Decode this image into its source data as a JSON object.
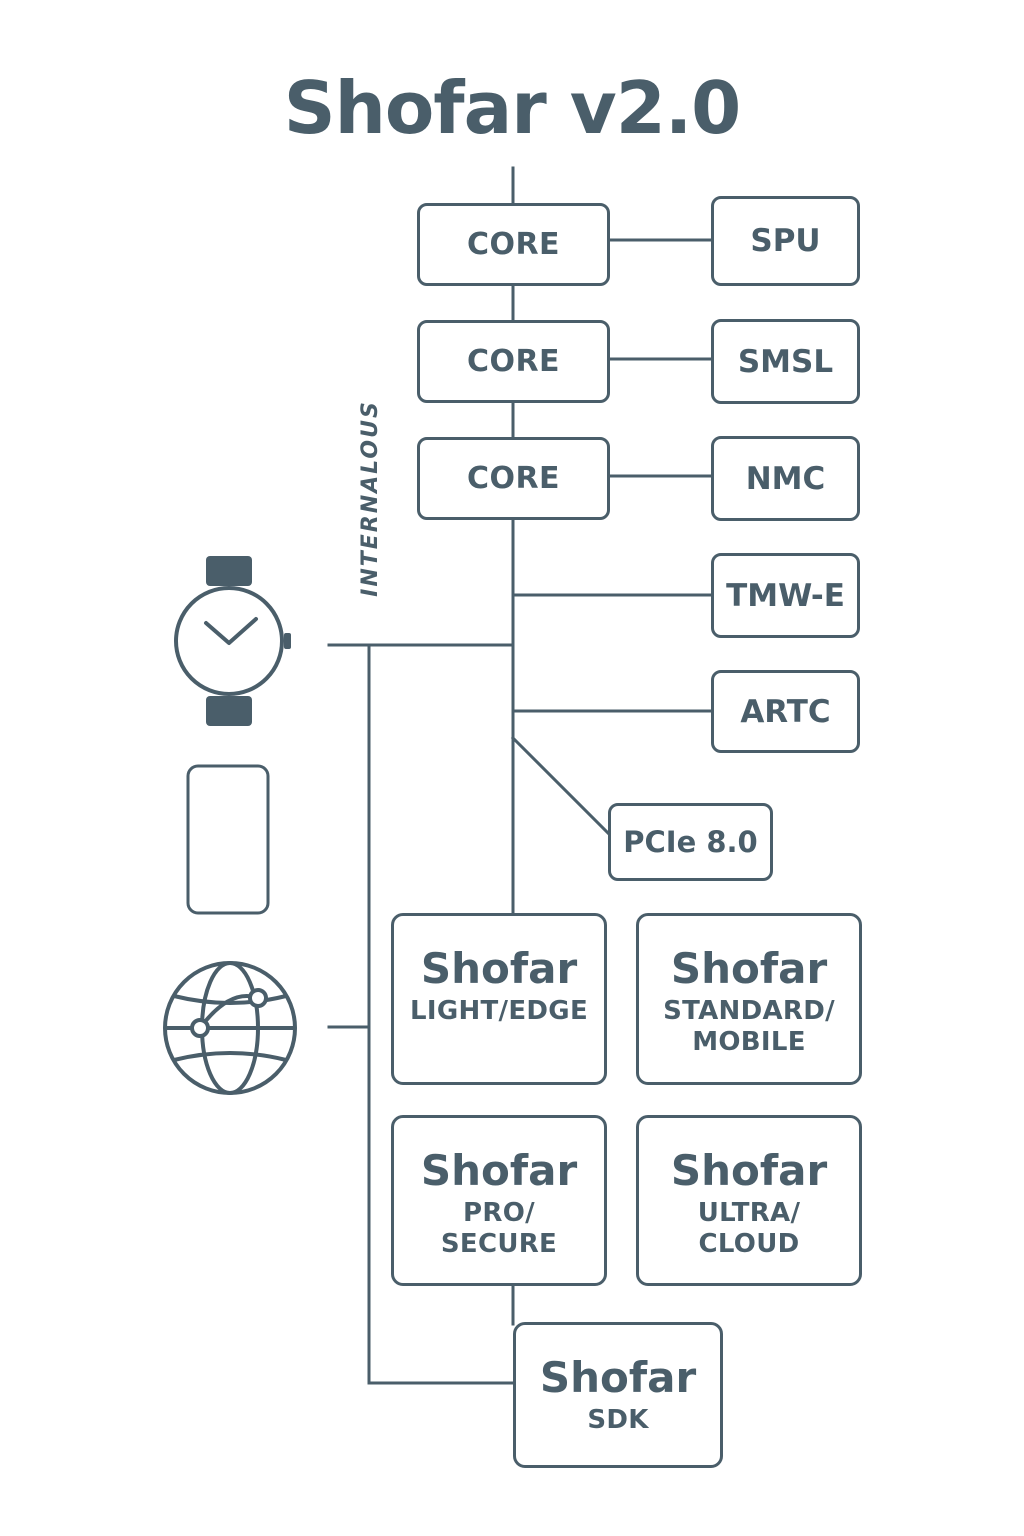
{
  "diagram": {
    "title": "Shofar v2.0",
    "side_label": "INTERNALOUS",
    "colors": {
      "stroke": "#4a5e6a",
      "background": "#ffffff"
    },
    "cores": [
      {
        "label": "CORE"
      },
      {
        "label": "CORE"
      },
      {
        "label": "CORE"
      }
    ],
    "modules": [
      {
        "label": "SPU"
      },
      {
        "label": "SMSL"
      },
      {
        "label": "NMC"
      },
      {
        "label": "TMW-E"
      },
      {
        "label": "ARTC"
      },
      {
        "label": "PCIe 8.0"
      }
    ],
    "products": [
      {
        "name": "Shofar",
        "tier": "LIGHT/EDGE"
      },
      {
        "name": "Shofar",
        "tier": "STANDARD/\nMOBILE"
      },
      {
        "name": "Shofar",
        "tier": "PRO/\nSECURE"
      },
      {
        "name": "Shofar",
        "tier": "ULTRA/\nCLOUD"
      },
      {
        "name": "Shofar",
        "tier": "SDK"
      }
    ],
    "device_icons": [
      "smartwatch-icon",
      "smartphone-icon",
      "globe-network-icon"
    ]
  }
}
